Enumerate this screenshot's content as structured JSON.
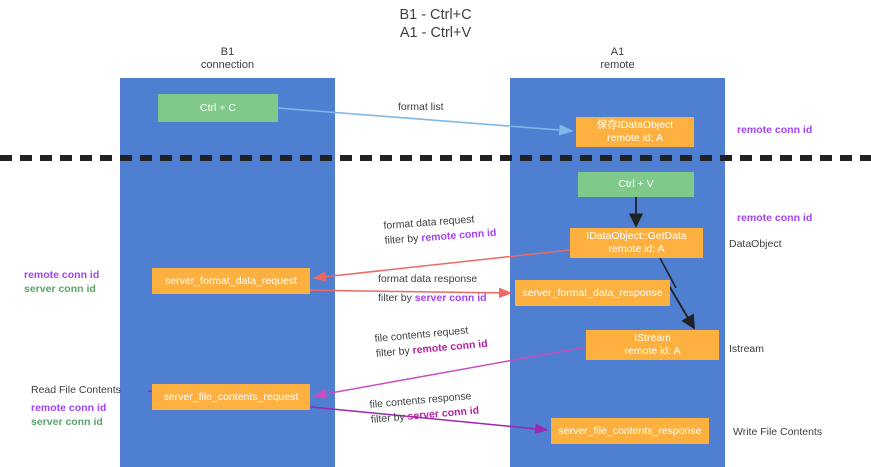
{
  "title": {
    "line1": "B1 - Ctrl+C",
    "line2": "A1 - Ctrl+V"
  },
  "lanes": [
    {
      "id": "b1",
      "name": "B1",
      "role": "connection",
      "color": "#4e7fd1"
    },
    {
      "id": "a1",
      "name": "A1",
      "role": "remote",
      "color": "#4e7fd1"
    }
  ],
  "nodes": {
    "ctrl_c": {
      "label": "Ctrl + C",
      "color": "#80c98a"
    },
    "idataobject": {
      "line1": "保存IDataObject",
      "line2": "remote id: A",
      "color": "#fbb040"
    },
    "ctrl_v": {
      "label": "Ctrl + V",
      "color": "#80c98a"
    },
    "getdata": {
      "line1": "IDataObject::GetData",
      "line2": "remote id: A",
      "color": "#fbb040"
    },
    "server_format_data_request": {
      "label": "server_format_data_request",
      "color": "#fbb040"
    },
    "server_format_data_response": {
      "label": "server_format_data_response",
      "color": "#fbb040"
    },
    "istream": {
      "line1": "IStream",
      "line2": "remote id: A",
      "color": "#fbb040"
    },
    "server_file_contents_request": {
      "label": "server_file_contents_request",
      "color": "#fbb040"
    },
    "server_file_contents_response": {
      "label": "server_file_contents_response",
      "color": "#fbb040"
    }
  },
  "edges": {
    "format_list": {
      "label": "format list",
      "color": "#7fb8e8"
    },
    "format_data_request": {
      "line1": "format data request",
      "filter_prefix": "filter by ",
      "filter_key": "remote conn id",
      "color": "#ea6a63"
    },
    "format_data_response": {
      "line1": "format data response",
      "filter_prefix": "filter by ",
      "filter_key": "server conn id",
      "color": "#ea6a63"
    },
    "file_contents_request": {
      "line1": "file contents request",
      "filter_prefix": "filter by ",
      "filter_key": "remote conn id",
      "color": "#c64fc0"
    },
    "file_contents_response": {
      "line1": "file contents response",
      "filter_prefix": "filter by ",
      "filter_key": "server conn id",
      "color": "#9c27b0"
    }
  },
  "side_notes": {
    "remote_conn_id_top": "remote conn id",
    "remote_conn_id_mid": "remote conn id",
    "dataobject": "DataObject",
    "istream": "Istream",
    "write_file_contents": "Write File Contents"
  },
  "left_notes": {
    "legend_top": {
      "remote": "remote conn id",
      "server": "server conn id"
    },
    "read_file_contents": "Read File Contents",
    "legend_bottom": {
      "remote": "remote conn id",
      "server": "server conn id"
    }
  },
  "colors": {
    "lane": "#4e7fd1",
    "green_node": "#80c98a",
    "orange_node": "#fbb040",
    "purple": "#a142f4",
    "green_text": "#5aa469",
    "red_arrow": "#ea6a63",
    "blue_arrow": "#7fb8e8",
    "magenta_arrow": "#c64fc0",
    "black_arrow": "#202124",
    "background": "#ffffff"
  }
}
